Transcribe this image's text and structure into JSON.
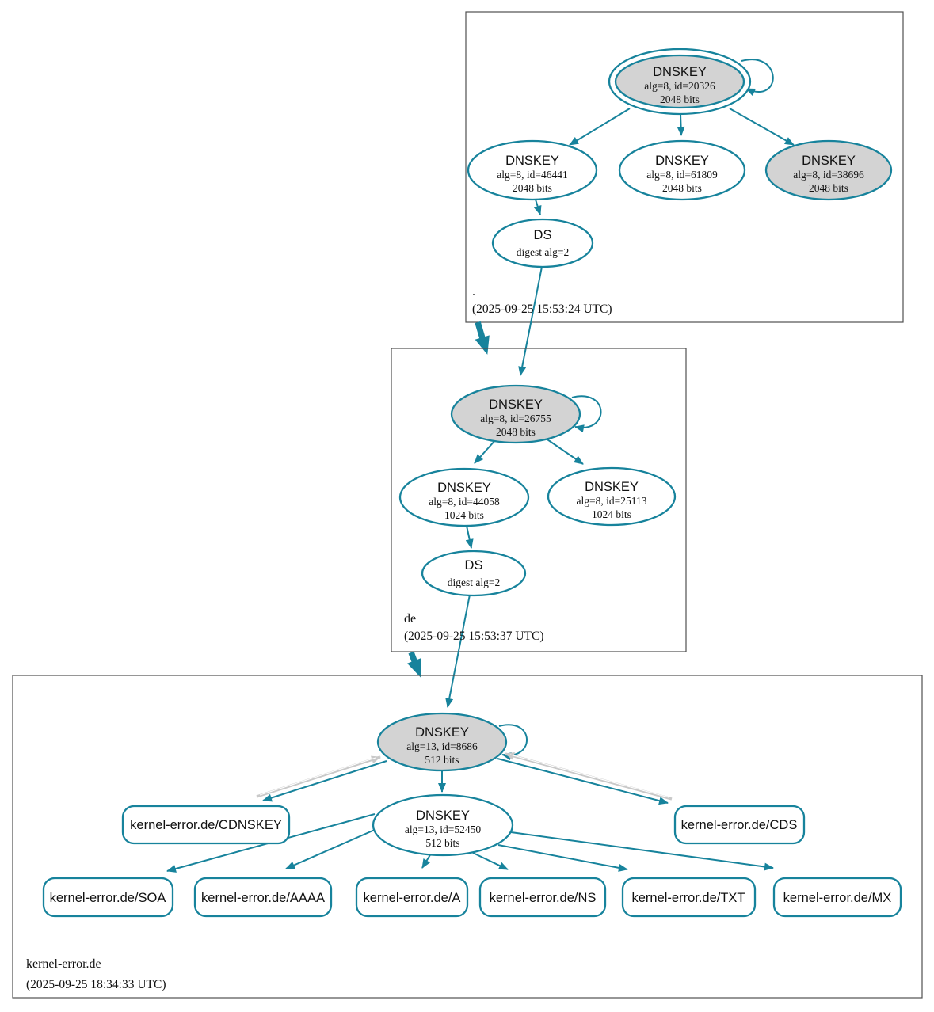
{
  "colors": {
    "teal": "#17839c",
    "node_fill_gray": "#d3d3d3",
    "node_fill_white": "#ffffff",
    "gray_edge": "#c9c9c9",
    "box_border": "#4f4f4f"
  },
  "zones": [
    {
      "name": ".",
      "timestamp": "(2025-09-25 15:53:24 UTC)",
      "nodes": {
        "ksk": {
          "title": "DNSKEY",
          "alg": "alg=8, id=20326",
          "bits": "2048 bits"
        },
        "zsk1": {
          "title": "DNSKEY",
          "alg": "alg=8, id=46441",
          "bits": "2048 bits"
        },
        "zsk2": {
          "title": "DNSKEY",
          "alg": "alg=8, id=61809",
          "bits": "2048 bits"
        },
        "ksk2": {
          "title": "DNSKEY",
          "alg": "alg=8, id=38696",
          "bits": "2048 bits"
        },
        "ds": {
          "title": "DS",
          "digest": "digest alg=2"
        }
      }
    },
    {
      "name": "de",
      "timestamp": "(2025-09-25 15:53:37 UTC)",
      "nodes": {
        "ksk": {
          "title": "DNSKEY",
          "alg": "alg=8, id=26755",
          "bits": "2048 bits"
        },
        "zsk1": {
          "title": "DNSKEY",
          "alg": "alg=8, id=44058",
          "bits": "1024 bits"
        },
        "zsk2": {
          "title": "DNSKEY",
          "alg": "alg=8, id=25113",
          "bits": "1024 bits"
        },
        "ds": {
          "title": "DS",
          "digest": "digest alg=2"
        }
      }
    },
    {
      "name": "kernel-error.de",
      "timestamp": "(2025-09-25 18:34:33 UTC)",
      "nodes": {
        "ksk": {
          "title": "DNSKEY",
          "alg": "alg=13, id=8686",
          "bits": "512 bits"
        },
        "zsk": {
          "title": "DNSKEY",
          "alg": "alg=13, id=52450",
          "bits": "512 bits"
        },
        "cdnskey": {
          "label": "kernel-error.de/CDNSKEY"
        },
        "cds": {
          "label": "kernel-error.de/CDS"
        },
        "soa": {
          "label": "kernel-error.de/SOA"
        },
        "aaaa": {
          "label": "kernel-error.de/AAAA"
        },
        "a": {
          "label": "kernel-error.de/A"
        },
        "ns": {
          "label": "kernel-error.de/NS"
        },
        "txt": {
          "label": "kernel-error.de/TXT"
        },
        "mx": {
          "label": "kernel-error.de/MX"
        }
      }
    }
  ]
}
